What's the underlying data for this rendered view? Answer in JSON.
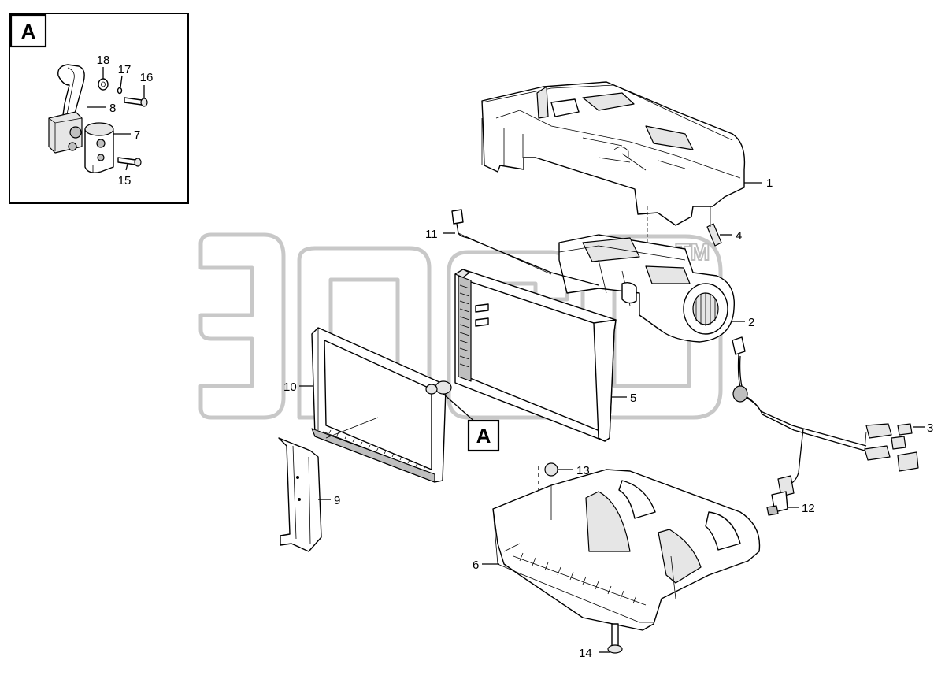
{
  "detail_view": {
    "label": "A"
  },
  "detail_callout": {
    "label": "A"
  },
  "watermark": {
    "trademark": "TM"
  },
  "corner_mark": "",
  "callouts": [
    {
      "id": "1",
      "label": "1"
    },
    {
      "id": "2",
      "label": "2"
    },
    {
      "id": "3",
      "label": "3"
    },
    {
      "id": "4",
      "label": "4"
    },
    {
      "id": "5",
      "label": "5"
    },
    {
      "id": "6",
      "label": "6"
    },
    {
      "id": "7",
      "label": "7"
    },
    {
      "id": "8",
      "label": "8"
    },
    {
      "id": "9",
      "label": "9"
    },
    {
      "id": "10",
      "label": "10"
    },
    {
      "id": "11",
      "label": "11"
    },
    {
      "id": "12",
      "label": "12"
    },
    {
      "id": "13",
      "label": "13"
    },
    {
      "id": "14",
      "label": "14"
    },
    {
      "id": "15",
      "label": "15"
    },
    {
      "id": "16",
      "label": "16"
    },
    {
      "id": "17",
      "label": "17"
    },
    {
      "id": "18",
      "label": "18"
    }
  ]
}
